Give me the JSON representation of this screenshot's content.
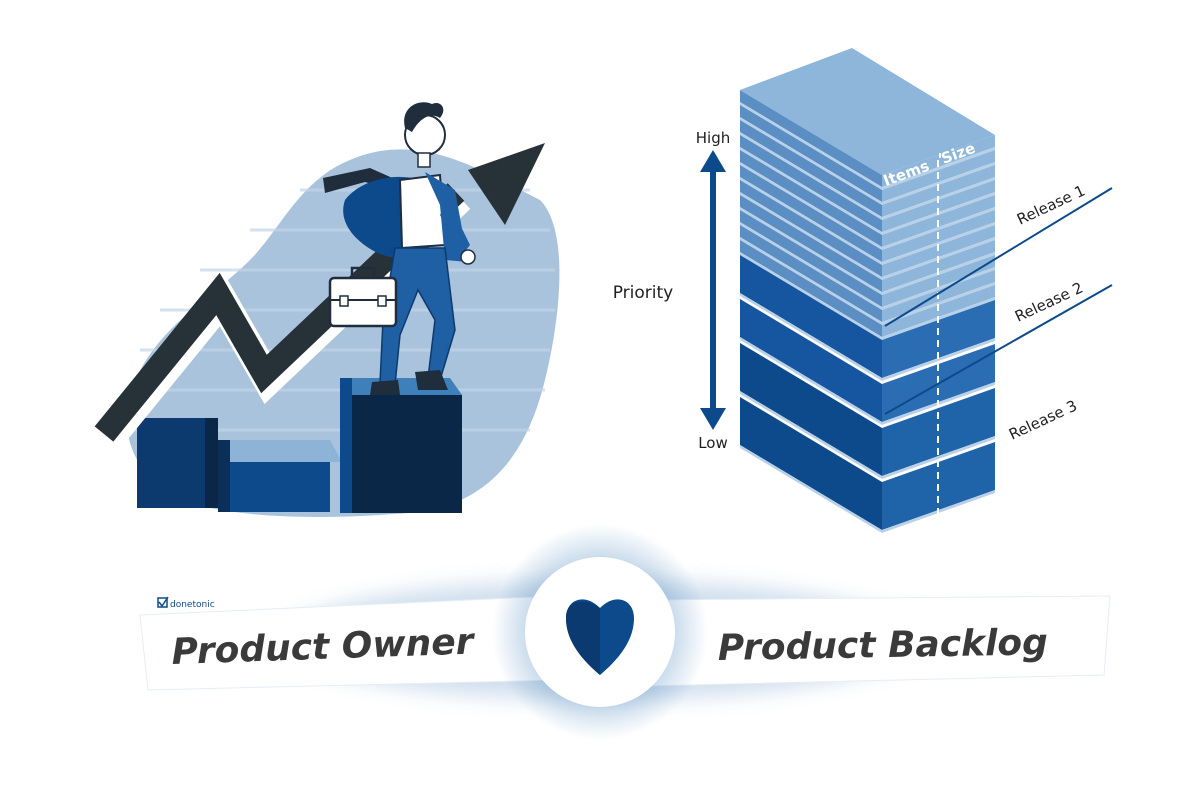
{
  "illustration": {
    "subject": "product-owner-climbing-growth-chart"
  },
  "priority_axis": {
    "label": "Priority",
    "high_label": "High",
    "low_label": "Low"
  },
  "backlog_stack": {
    "top_labels": [
      "Items",
      "Size"
    ],
    "releases": [
      "Release 1",
      "Release 2",
      "Release 3"
    ]
  },
  "banner": {
    "brand": "donetonic",
    "left_text": "Product Owner",
    "right_text": "Product Backlog"
  },
  "colors": {
    "navy": "#0d4a8b",
    "dark": "#1f2d3d",
    "light_blue": "#8db3d6",
    "mid_blue": "#3f7fba",
    "blob": "#aac3dd",
    "heart": "#0d4a8b"
  },
  "icons": [
    "heart-icon",
    "arrow-icon",
    "briefcase-icon",
    "check-icon"
  ]
}
